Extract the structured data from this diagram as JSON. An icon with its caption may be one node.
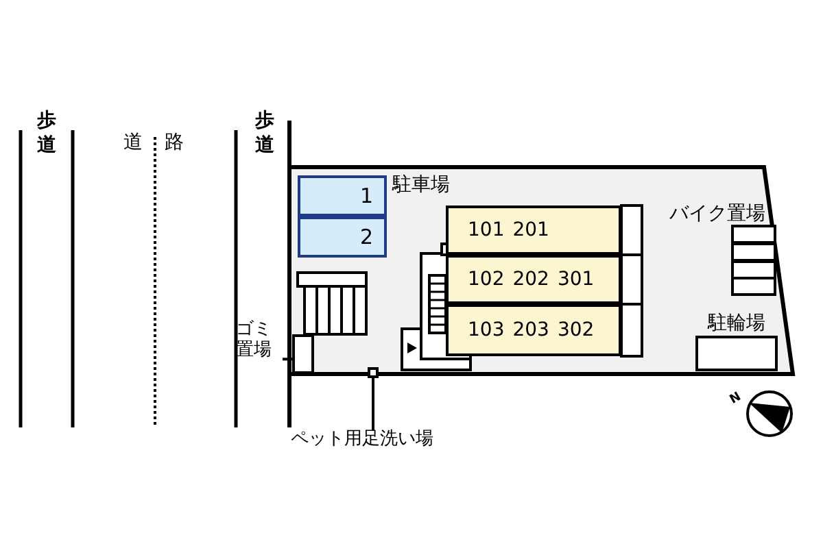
{
  "diagram": {
    "nodes": [
      {
        "text": [
          "1"
        ]
      },
      {
        "text": [
          "2"
        ]
      },
      {
        "text": [
          "101",
          "201"
        ]
      },
      {
        "text": [
          "102",
          "202",
          "301"
        ]
      },
      {
        "text": [
          "103",
          "203",
          "302"
        ]
      },
      {
        "text": [
          "ゴミ置場"
        ]
      },
      {
        "text": [],
        "shape": "box"
      },
      {
        "text": [
          "ペット用足洗い場"
        ]
      },
      {
        "text": [],
        "shape": "box"
      }
    ],
    "edges": [
      {
        "from": 5,
        "to": 6,
        "arrow": "none"
      },
      {
        "from": 7,
        "to": 8,
        "arrow": "none"
      }
    ],
    "labels": [
      "歩道",
      "道",
      "路",
      "歩道",
      "駐車場",
      "バイク置場",
      "駐輪場",
      "N"
    ]
  }
}
